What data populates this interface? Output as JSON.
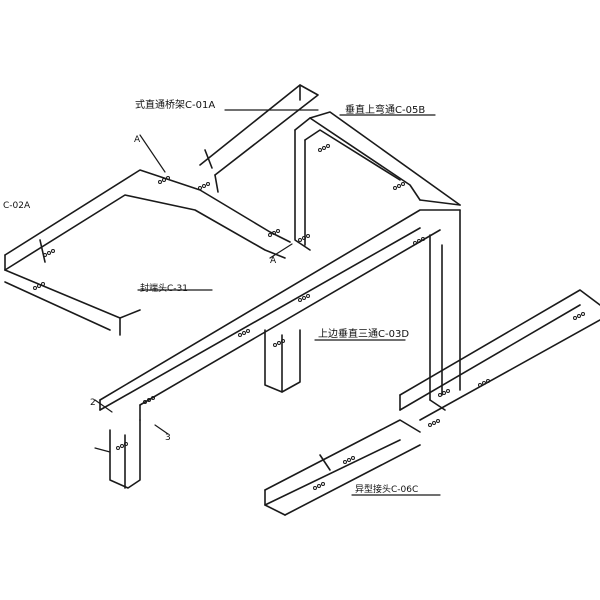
{
  "diagram": {
    "labels": {
      "tray_straight": "式直通桥架C-01A",
      "vertical_up_bend": "垂直上弯通C-05B",
      "horizontal_bend": "C-02A",
      "marker_a_top": "A",
      "marker_a_bottom": "A",
      "end_cap": "封端头C-31",
      "top_vertical_tee": "上边垂直三通C-03D",
      "marker_2": "2",
      "marker_3": "3",
      "reducer": "异型接头C-06C"
    }
  }
}
